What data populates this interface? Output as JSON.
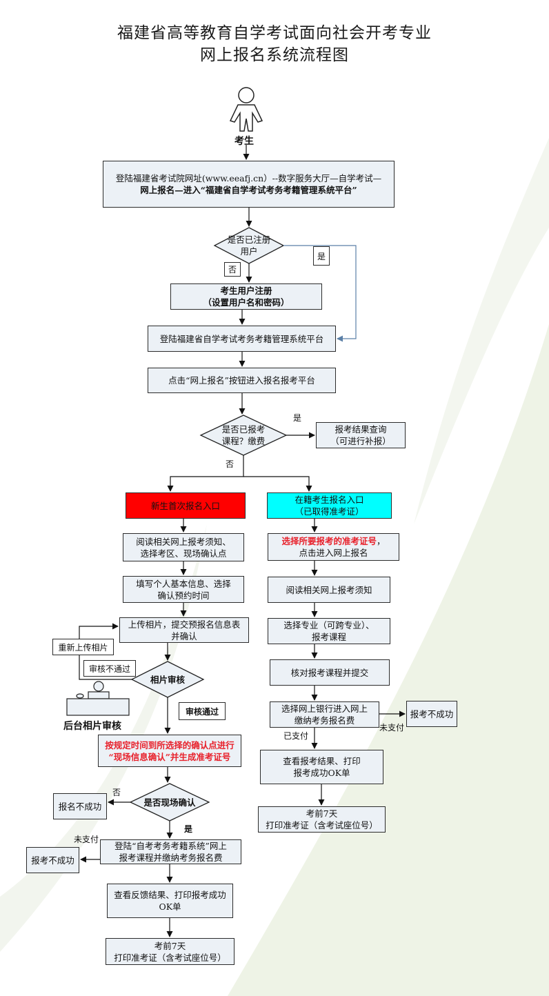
{
  "title": {
    "line1": "福建省高等教育自学考试面向社会开考专业",
    "line2": "网上报名系统流程图"
  },
  "actor": {
    "label": "考生",
    "icon": "person-icon"
  },
  "steps": {
    "login_portal": [
      "登陆福建省考试院网址(www.eeafj.cn）--数字服务大厅—自学考试—",
      "网上报名—进入“福建省自学考试考务考籍管理系统平台”"
    ],
    "registered_q": [
      "是否已注册",
      "用户"
    ],
    "yes": "是",
    "no": "否",
    "user_register": [
      "考生用户注册",
      "（设置用户名和密码）"
    ],
    "login_platform": "登陆福建省自学考试考务考籍管理系统平台",
    "click_online": "点击“网上报名”按钮进入报名报考平台",
    "applied_q": [
      "是否已报考",
      "课程？缴费"
    ],
    "yes2": "是",
    "no2": "否",
    "result_query": [
      "报考结果查询",
      "（可进行补报）"
    ],
    "new_entry": "新生首次报名入口",
    "enrolled_entry": [
      "在籍考生报名入口",
      "（已取得准考证）"
    ],
    "new_steps": {
      "read_notice": [
        "阅读相关网上报考须知、",
        "选择考区、现场确认点"
      ],
      "fill_info": [
        "填写个人基本信息、选择",
        "确认预约时间"
      ],
      "upload_photo": [
        "上传相片，提交预报名信息表",
        "并确认"
      ],
      "reupload": "重新上传相片",
      "audit_fail": "审核不通过",
      "photo_audit_q": "相片审核",
      "backend_audit": "后台相片审核",
      "audit_pass": "审核通过",
      "onsite_confirm": [
        "按规定时间到所选择的确认点进行",
        "“现场信息确认”并生成准考证号"
      ],
      "onsite_q": "是否现场确认",
      "no": "否",
      "yes": "是",
      "reg_fail": "报名不成功",
      "unpaid": "未支付",
      "login_pay": [
        "登陆“自考考务考籍系统”网上",
        "报考课程并缴纳考务报名费"
      ],
      "apply_fail": "报考不成功",
      "view_feedback": [
        "查看反馈结果、打印报考成功",
        "OK单"
      ],
      "print_ticket": [
        "考前7天",
        "打印准考证（含考试座位号）"
      ]
    },
    "old_steps": {
      "select_ticket_red": "选择所要报考的准考证号",
      "select_ticket_rest": "，",
      "select_ticket_line2": "点击进入网上报名",
      "read_notice": "阅读相关网上报考须知",
      "select_major": [
        "选择专业（可跨专业）、",
        "报考课程"
      ],
      "verify_submit": "核对报考课程并提交",
      "bank_pay": [
        "选择网上银行进入网上",
        "缴纳考务报名费"
      ],
      "unpaid": "未支付",
      "paid": "已支付",
      "apply_fail": "报考不成功",
      "view_result": [
        "查看报考结果、打印",
        "报考成功OK单"
      ],
      "print_ticket": [
        "考前7天",
        "打印准考证（含考试座位号）"
      ]
    }
  },
  "colors": {
    "new_entry_fill": "#ff0000",
    "enrolled_entry_fill": "#00ffff",
    "box_fill": "#ecf1f6",
    "highlight_text": "#e8202a",
    "loop_line": "#5a7fa6"
  }
}
